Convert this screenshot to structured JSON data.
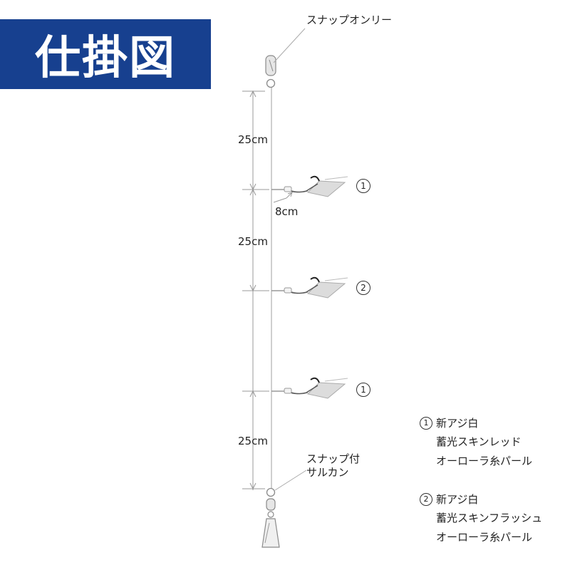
{
  "title": "仕掛図",
  "top_snap_label": "スナップオンリー",
  "bottom_snap_label": [
    "スナップ付",
    "サルカン"
  ],
  "dimensions": {
    "section_1": "25cm",
    "section_2": "25cm",
    "section_3": "25cm",
    "branch": "8cm"
  },
  "hooks": [
    {
      "number": "1"
    },
    {
      "number": "2"
    },
    {
      "number": "1"
    }
  ],
  "legend": [
    {
      "number": "1",
      "lines": [
        "新アジ白",
        "蓄光スキンレッド",
        "オーローラ糸パール"
      ]
    },
    {
      "number": "2",
      "lines": [
        "新アジ白",
        "蓄光スキンフラッシュ",
        "オーローラ糸パール"
      ]
    }
  ],
  "colors": {
    "banner": "#17408f",
    "banner_text": "#ffffff",
    "line": "#c8c8c8",
    "lure": "#d6d6d6"
  }
}
